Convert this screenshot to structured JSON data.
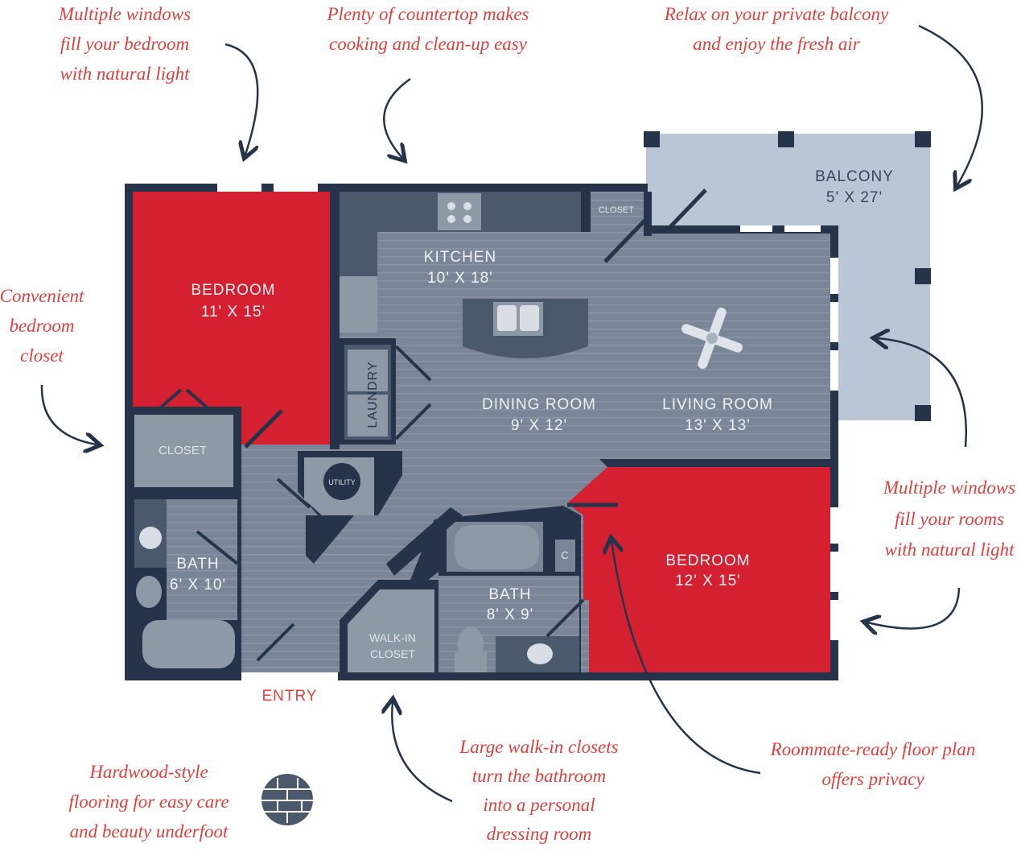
{
  "colors": {
    "wall": "#25344a",
    "floor": "#7a8597",
    "counter": "#4a5a6c",
    "bedroom": "#d42030",
    "balcony": "#b9c6d5",
    "annotation": "#e0403f"
  },
  "rooms": {
    "bedroom1": {
      "name": "BEDROOM",
      "size": "11' X 15'"
    },
    "kitchen": {
      "name": "KITCHEN",
      "size": "10' X 18'"
    },
    "kitchen_closet": "CLOSET",
    "balcony": {
      "name": "BALCONY",
      "size": "5' X 27'"
    },
    "closet": "CLOSET",
    "laundry": "LAUNDRY",
    "utility": "UTILITY",
    "dining": {
      "name": "DINING ROOM",
      "size": "9' X 12'"
    },
    "living": {
      "name": "LIVING ROOM",
      "size": "13' X 13'"
    },
    "bath1": {
      "name": "BATH",
      "size": "6' X 10'"
    },
    "bath2": {
      "name": "BATH",
      "size": "8' X 9'"
    },
    "c": "C",
    "walkin": {
      "line1": "WALK-IN",
      "line2": "CLOSET"
    },
    "bedroom2": {
      "name": "BEDROOM",
      "size": "12' X 15'"
    },
    "entry": "ENTRY"
  },
  "annotations": {
    "windows_bedroom": [
      "Multiple windows",
      "fill your bedroom",
      "with natural light"
    ],
    "countertop": [
      "Plenty of countertop makes",
      "cooking and clean-up easy"
    ],
    "balcony": [
      "Relax on your private balcony",
      "and enjoy the fresh air"
    ],
    "closet": [
      "Convenient",
      "bedroom",
      "closet"
    ],
    "windows_rooms": [
      "Multiple windows",
      "fill your rooms",
      "with natural light"
    ],
    "roommate": [
      "Roommate-ready floor plan",
      "offers privacy"
    ],
    "walkin": [
      "Large walk-in closets",
      "turn the bathroom",
      "into a personal",
      "dressing room"
    ],
    "flooring": [
      "Hardwood-style",
      "flooring for easy care",
      "and beauty underfoot"
    ]
  }
}
